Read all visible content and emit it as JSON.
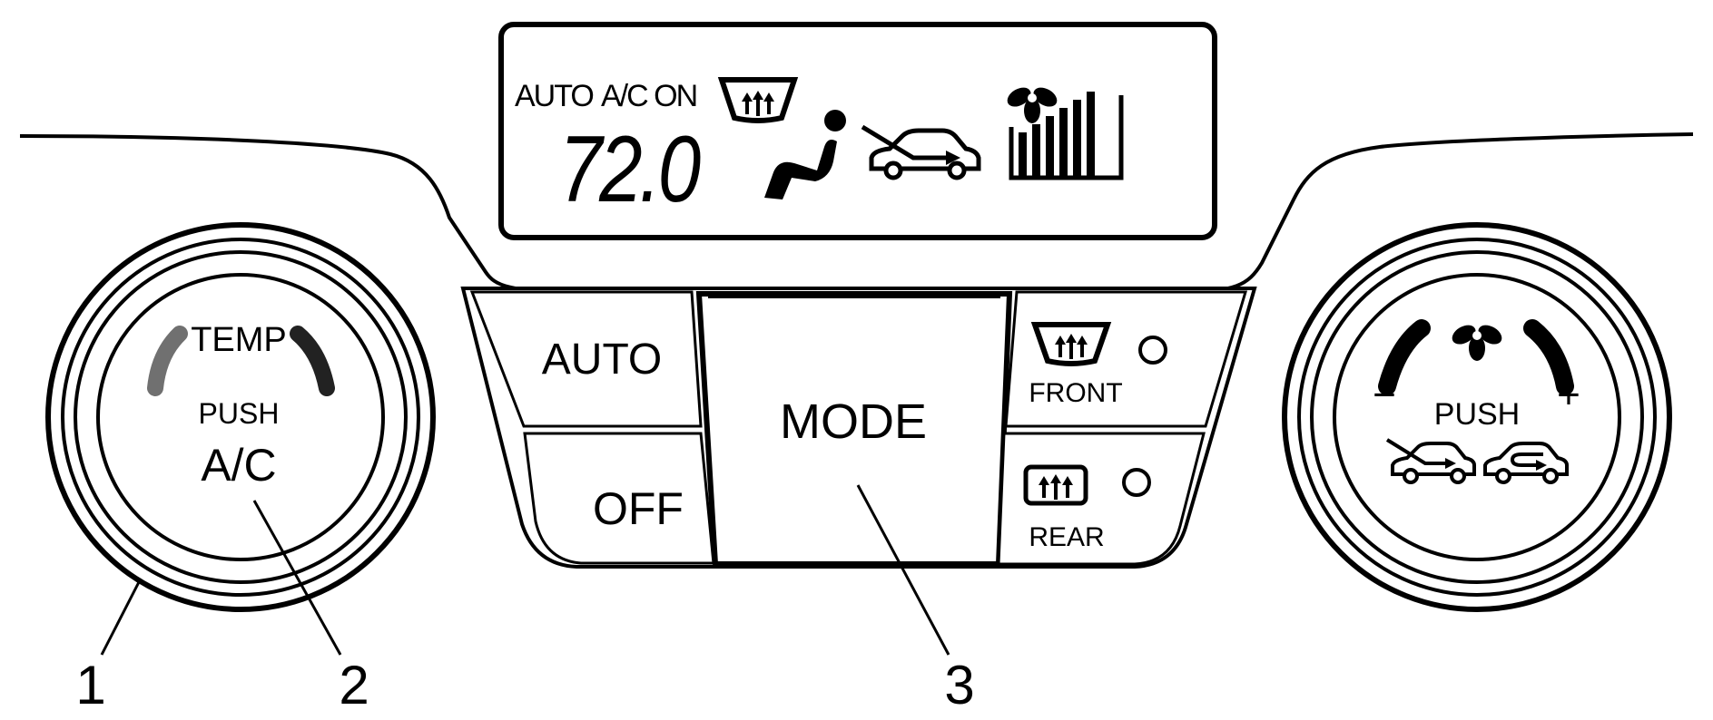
{
  "display": {
    "auto": "AUTO",
    "ac_on": "A/C ON",
    "temperature": "72.0",
    "fan_level": 6,
    "fan_level_max": 7,
    "icons": [
      "windshield-defrost-icon",
      "vent-airflow-seat-icon",
      "outside-air-car-icon",
      "fan-icon",
      "fan-speed-bars"
    ]
  },
  "left_knob": {
    "temp_label": "TEMP",
    "push_label": "PUSH",
    "ac_label": "A/C",
    "colors": {
      "cool": "#707070",
      "warm": "#222222"
    }
  },
  "buttons": {
    "auto": "AUTO",
    "off": "OFF",
    "mode": "MODE",
    "front": "FRONT",
    "rear": "REAR"
  },
  "right_knob": {
    "minus": "−",
    "plus": "+",
    "push_label": "PUSH",
    "icons": [
      "fan-icon",
      "outside-air-car-icon",
      "recirculation-car-icon"
    ]
  },
  "callouts": [
    "1",
    "2",
    "3"
  ]
}
